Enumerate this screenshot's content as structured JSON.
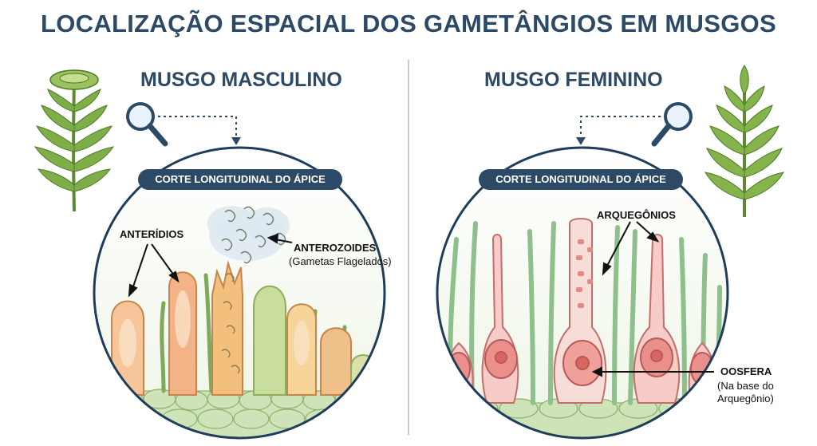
{
  "title": "LOCALIZAÇÃO ESPACIAL DOS GAMETÂNGIOS EM MUSGOS",
  "male": {
    "title": "MUSGO MASCULINO",
    "band": "CORTE LONGITUDINAL DO ÁPICE",
    "label_antheridia": "ANTERÍDIOS",
    "label_antherozoids": "ANTEROZOIDES",
    "label_antherozoids_sub": "(Gametas Flagelados)"
  },
  "female": {
    "title": "MUSGO FEMININO",
    "band": "CORTE LONGITUDINAL DO ÁPICE",
    "label_archegonia": "ARQUEGÔNIOS",
    "label_oosphere": "OOSFERA",
    "label_oosphere_sub1": "(Na base do",
    "label_oosphere_sub2": "Arquegônio)"
  },
  "colors": {
    "title": "#2c4a66",
    "band": "#2c4a66",
    "circle_border": "#1f3d5a",
    "moss_green": "#6f9a3c",
    "antheridium": "#f3b889",
    "archegonium": "#f0a9a7"
  }
}
